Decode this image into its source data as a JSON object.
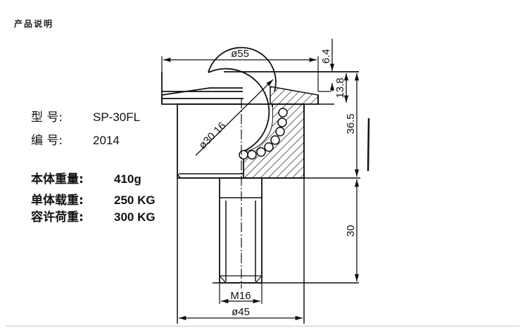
{
  "title": "产品说明",
  "specs": [
    {
      "label": "型  号:",
      "value": "SP-30FL"
    },
    {
      "label": "编  号:",
      "value": "2014"
    },
    {
      "label": "本体重量:",
      "value": "410g"
    },
    {
      "label": "单体载重:",
      "value": "250 KG"
    },
    {
      "label": "容许荷重:",
      "value": "300 KG"
    }
  ],
  "drawing": {
    "dimensions": {
      "flange_diameter": "ø55",
      "ball_diameter": "ø30.16",
      "ball_protrusion": "6.4",
      "flange_height": "13.8",
      "body_height": "36.5",
      "stem_length": "30",
      "thread": "M16",
      "body_diameter": "ø45"
    },
    "line_color": "#111111",
    "background": "#ffffff"
  }
}
